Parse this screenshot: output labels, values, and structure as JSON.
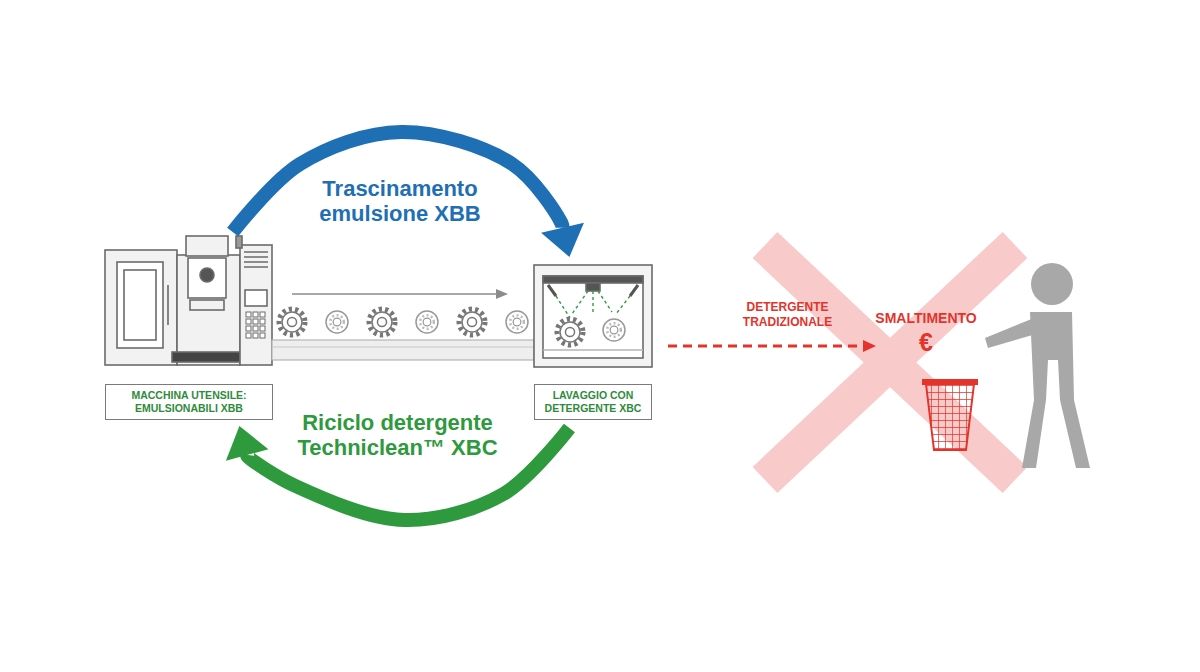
{
  "diagram": {
    "nodes": [
      {
        "text": [
          "MACCHINA UTENSILE: EMULSIONABILI XBB"
        ]
      },
      {
        "text": [
          "LAVAGGIO CON DETERGENTE XBC"
        ]
      },
      {
        "text": [
          "SMALTIMENTO",
          "€"
        ]
      }
    ],
    "edges": [
      {
        "from": 0,
        "to": 1,
        "label": "Trascinamento emulsione XBB",
        "arrow": "to"
      },
      {
        "from": 1,
        "to": 0,
        "label": "Riciclo detergente Techniclean™ XBC",
        "arrow": "to"
      },
      {
        "from": 1,
        "to": 2,
        "label": "DETERGENTE TRADIZIONALE",
        "arrow": "to"
      }
    ]
  }
}
